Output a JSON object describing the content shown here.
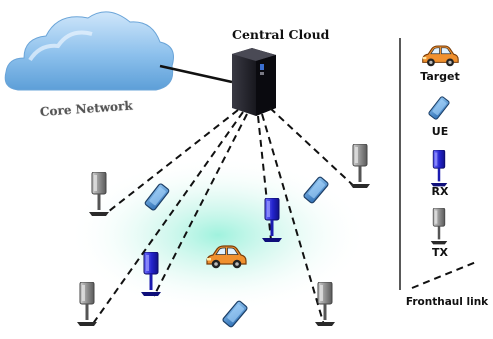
{
  "labels": {
    "central_cloud": "Central Cloud",
    "core_network": "Core Network"
  },
  "legend": {
    "target": "Target",
    "ue": "UE",
    "rx": "RX",
    "tx": "TX",
    "fronthaul": "Fronthaul link"
  },
  "colors": {
    "cloud": "#7fb6e6",
    "server": "#1b1b22",
    "tx": "#9a9a9a",
    "rx": "#2a2ad6",
    "ue": "#3d83c8",
    "target": "#f0902e",
    "coverage": "#7ee6c9"
  },
  "icons": [
    "cloud-icon",
    "server-icon",
    "tx-antenna-icon",
    "rx-antenna-icon",
    "ue-phone-icon",
    "car-icon"
  ]
}
